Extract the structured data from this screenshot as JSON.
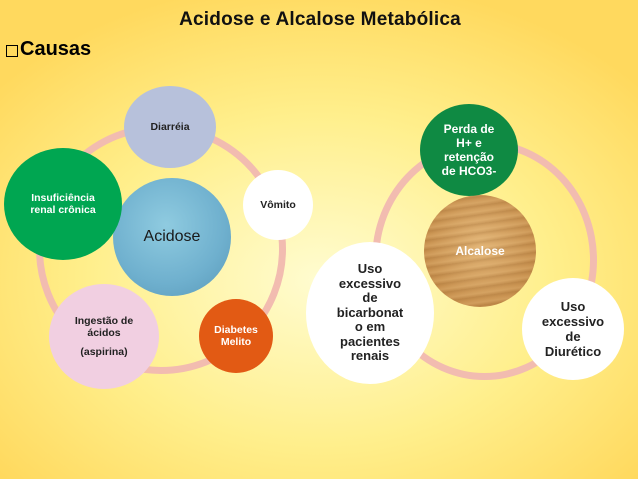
{
  "title": "Acidose e Alcalose  Metabólica",
  "section_label": "Causas",
  "left_cycle": {
    "center": "Acidose",
    "nodes": {
      "diarreia": "Diarréia",
      "vomito": "Vômito",
      "diabetes": [
        "Diabetes",
        "Melito"
      ],
      "ingestao": [
        "Ingestão de",
        "ácidos",
        "(aspirina)"
      ],
      "insuficiencia": [
        "Insuficiência",
        "renal crônica"
      ]
    }
  },
  "right_cycle": {
    "center": "Alcalose",
    "nodes": {
      "perda": [
        "Perda de",
        "H+ e",
        "retenção",
        "de HCO3-"
      ],
      "diuretico": [
        "Uso",
        "excessivo",
        "de",
        "Diurético"
      ],
      "bicarbonato": [
        "Uso",
        "excessivo",
        "de",
        "bicarbonat",
        "o em",
        "pacientes",
        "renais"
      ]
    }
  },
  "colors": {
    "ring": "#f2bcb0",
    "diarreia": "#b7c1db",
    "vomito": "#ffffff",
    "diabetes": "#e25a14",
    "ingestao": "#f1cfe1",
    "insuficiencia": "#00a651",
    "perda": "#0f8a43",
    "acidose": "#6fb0ce"
  }
}
